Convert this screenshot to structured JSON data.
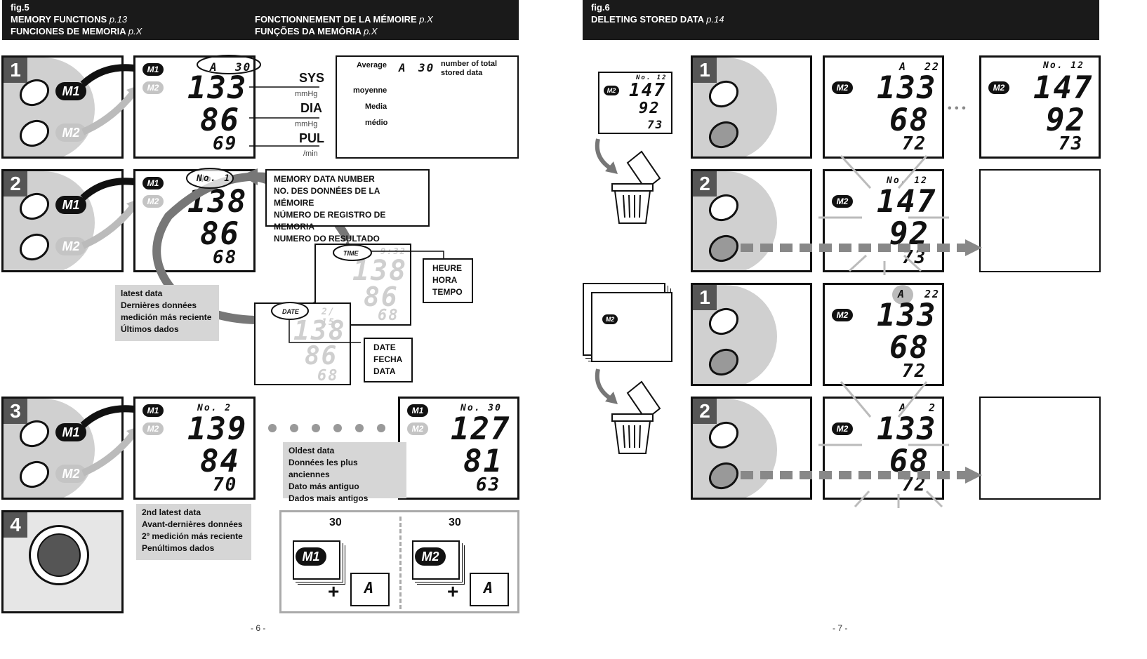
{
  "left_header": {
    "fig": "fig.5",
    "line1": "MEMORY FUNCTIONS",
    "line1_ref": "p.13",
    "line2": "FUNCIONES DE MEMORIA",
    "line2_ref": "p.X",
    "line3": "FONCTIONNEMENT DE LA MÉMOIRE",
    "line3_ref": "p.X",
    "line4": "FUNÇÕES DA MEMÓRIA",
    "line4_ref": "p.X"
  },
  "right_header": {
    "fig": "fig.6",
    "line1": "DELETING STORED DATA",
    "line1_ref": "p.14"
  },
  "steps": {
    "s1": "1",
    "s2": "2",
    "s3": "3",
    "s4": "4"
  },
  "pills": {
    "m1": "M1",
    "m2": "M2"
  },
  "step1": {
    "avg_symbol": "A",
    "count": "30",
    "sys": "133",
    "dia": "86",
    "pul": "69",
    "sys_label": "SYS",
    "dia_label": "DIA",
    "pul_label": "PUL",
    "mmhg": "mmHg",
    "min": "/min",
    "average": "Average",
    "avg_a": "A",
    "avg_30": "30",
    "total_text": "number of total stored data",
    "moyenne": "moyenne",
    "media": "Media",
    "medio": "médio"
  },
  "step2": {
    "no": "No. 1",
    "sys": "138",
    "dia": "86",
    "pul": "68",
    "memory_box": [
      "MEMORY DATA NUMBER",
      "NO. DES DONNÉES DE LA MÉMOIRE",
      "NÚMERO DE REGISTRO DE MEMORIA",
      "NUMERO DO RESULTADO"
    ],
    "time_label": "TIME",
    "date_label": "DATE",
    "date_val": "2/ 15",
    "time_val": "9:32",
    "time_box": [
      "HEURE",
      "HORA",
      "TEMPO"
    ],
    "date_box": [
      "DATE",
      "FECHA",
      "DATA"
    ],
    "latest": [
      "latest data",
      "Dernières données",
      "medición más reciente",
      "Últimos dados"
    ]
  },
  "step3": {
    "no": "No. 2",
    "sys": "139",
    "dia": "84",
    "pul": "70",
    "no30": "No. 30",
    "sys30": "127",
    "dia30": "81",
    "pul30": "63",
    "oldest": [
      "Oldest data",
      "Données les plus anciennes",
      "Dato más antiguo",
      "Dados mais antigos"
    ],
    "second": [
      "2nd latest data",
      "Avant-dernières données",
      "2º medición más reciente",
      "Penúltimos dados"
    ]
  },
  "step4": {
    "count_m1": "30",
    "count_m2": "30",
    "plus": "+",
    "a": "A"
  },
  "fig6": {
    "small_no": "No. 12",
    "small_sys": "147",
    "small_dia": "92",
    "small_pul": "73",
    "r1_a": "A",
    "r1_n": "22",
    "r1_sys": "133",
    "r1_dia": "68",
    "r1_pul": "72",
    "r1b_no": "No. 12",
    "r1b_sys": "147",
    "r1b_dia": "92",
    "r1b_pul": "73",
    "ellipsis": "• • •",
    "r2_no": "No. 12",
    "r2_sys": "147",
    "r2_dia": "92",
    "r2_pul": "73",
    "r3_a": "A",
    "r3_n": "22",
    "r3_sys": "133",
    "r3_dia": "68",
    "r3_pul": "72",
    "r4_a": "A",
    "r4_n": "2",
    "r4_sys": "133",
    "r4_dia": "68",
    "r4_pul": "72"
  },
  "pages": {
    "left": "- 6 -",
    "right": "- 7 -"
  }
}
